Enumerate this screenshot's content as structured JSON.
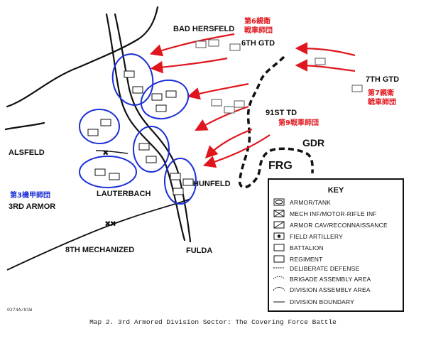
{
  "places": {
    "bad_hersfeld": "BAD HERSFELD",
    "alsfeld": "ALSFELD",
    "lauterbach": "LAUTERBACH",
    "hunfeld": "HUNFELD",
    "fulda": "FULDA",
    "gdr": "GDR",
    "frg": "FRG"
  },
  "units": {
    "gtd6": "6TH GTD",
    "gtd7": "7TH GTD",
    "td91": "91ST TD",
    "armor3": "3RD ARMOR",
    "mech8": "8TH MECHANIZED"
  },
  "annotations": {
    "jp_6_line1": "第6親衛",
    "jp_6_line2": "戦車師団",
    "jp_7_line1": "第7親衛",
    "jp_7_line2": "戦車師団",
    "jp_9": "第9戦車師団",
    "jp_3": "第3機甲師団"
  },
  "key": {
    "title": "KEY",
    "items": [
      "ARMOR/TANK",
      "MECH INF/MOTOR-RIFLE INF",
      "ARMOR CAV/RECONNAISSANCE",
      "FIELD ARTILLERY",
      "BATTALION",
      "REGIMENT",
      "DELIBERATE DEFENSE",
      "BRIGADE ASSEMBLY AREA",
      "DIVISION ASSEMBLY AREA",
      "DIVISION BOUNDARY"
    ]
  },
  "code": "0274A/81W",
  "caption": "Map 2.  3rd Armored Division Sector:  The Covering Force Battle",
  "colors": {
    "annotation_red": "#e0161e",
    "annotation_blue": "#1b2fd6",
    "ink": "#111111"
  }
}
